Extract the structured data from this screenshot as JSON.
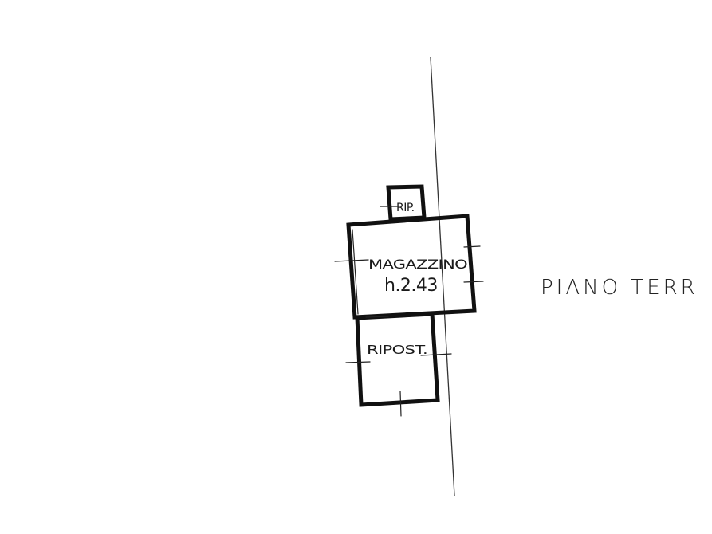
{
  "rooms": {
    "rip": {
      "name": "RIP."
    },
    "magazzino": {
      "name": "MAGAZZINO",
      "height": "h.2.43"
    },
    "ripost": {
      "name": "RIPOST."
    }
  },
  "floor": {
    "label": "PIANO TERR"
  }
}
